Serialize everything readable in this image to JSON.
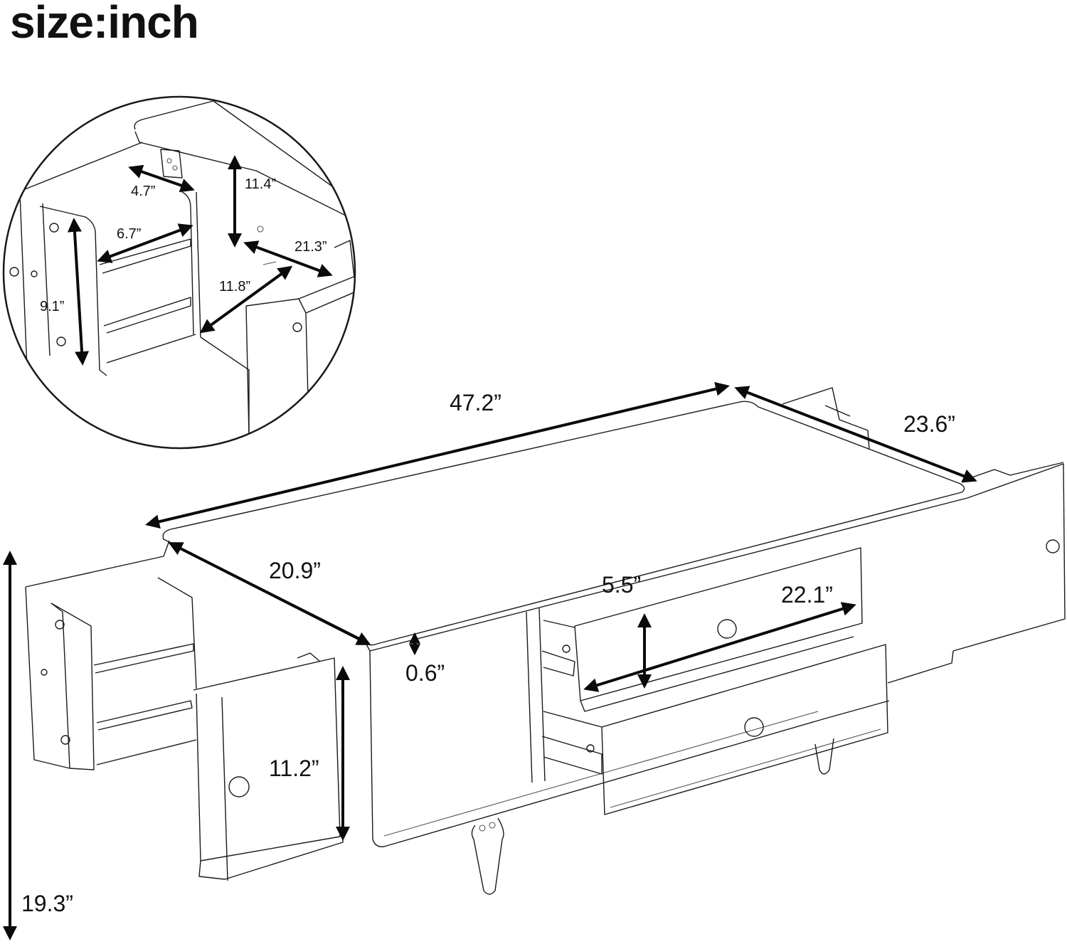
{
  "title": "size:inch",
  "colors": {
    "line": "#1a1a1a",
    "arrow": "#0a0a0a",
    "background": "#ffffff"
  },
  "dimensions": {
    "length": "47.2”",
    "depth": "23.6”",
    "inner_depth": "20.9”",
    "drawer_height": "5.5”",
    "drawer_depth": "22.1”",
    "top_thickness": "0.6”",
    "cabinet_height": "11.2”",
    "total_height": "19.3”"
  },
  "detail": {
    "d_4_7": "4.7”",
    "d_11_4": "11.4”",
    "d_6_7": "6.7”",
    "d_21_3": "21.3”",
    "d_11_8": "11.8”",
    "d_9_1": "9.1”"
  }
}
